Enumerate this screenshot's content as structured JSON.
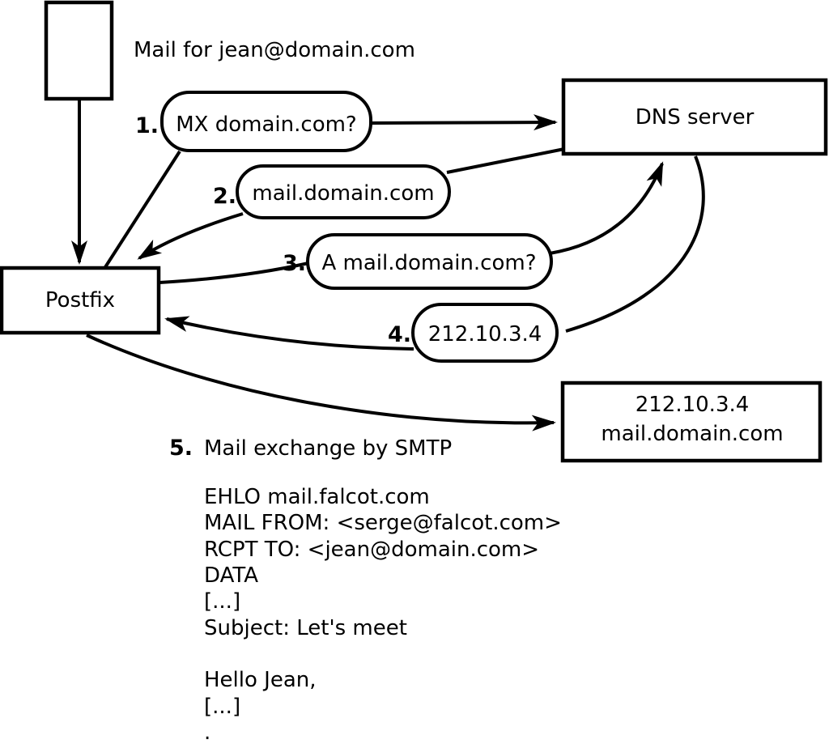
{
  "diagram": {
    "title_note": "Mail for jean@domain.com",
    "nodes": {
      "envelope": "mail-envelope",
      "postfix": "Postfix",
      "dns_server": "DNS server",
      "mail_server_line1": "212.10.3.4",
      "mail_server_line2": "mail.domain.com"
    },
    "steps": [
      {
        "num": "1.",
        "label": "MX domain.com?"
      },
      {
        "num": "2.",
        "label": "mail.domain.com"
      },
      {
        "num": "3.",
        "label": "A mail.domain.com?"
      },
      {
        "num": "4.",
        "label": "212.10.3.4"
      },
      {
        "num": "5.",
        "label": "Mail exchange by SMTP"
      }
    ],
    "smtp_session": [
      "EHLO mail.falcot.com",
      "MAIL FROM: <serge@falcot.com>",
      "RCPT TO: <jean@domain.com>",
      "DATA",
      "[...]",
      "Subject: Let's meet",
      "",
      "Hello Jean,",
      "[...]",
      "."
    ]
  },
  "colors": {
    "stroke": "#000000",
    "background": "#ffffff"
  }
}
